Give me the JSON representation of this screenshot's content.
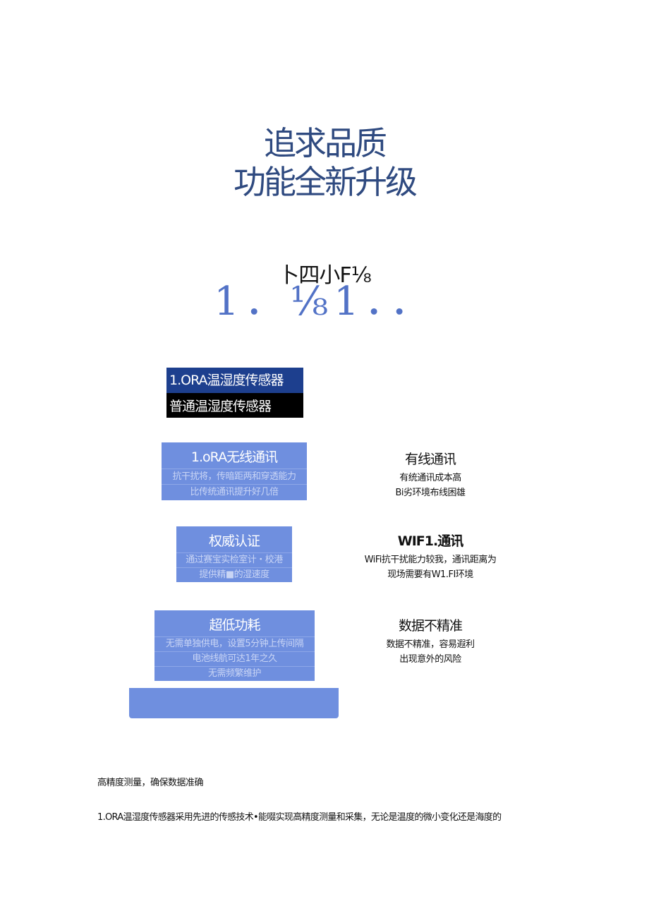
{
  "title": {
    "line1": "追求品质",
    "line2": "功能全新升级"
  },
  "subtitle": {
    "line1": "卜四小F⅛",
    "line2": "1．⅛1．．"
  },
  "legend": {
    "lora": "1.ORA温湿度传感器",
    "normal": "普通温湿度传感器"
  },
  "panels": [
    {
      "heading": "1.oRA无线通讯",
      "lines": [
        "抗干扰将，传暗距两和穿透能力",
        "比传统通讯提升好几倍"
      ]
    },
    {
      "heading": "权威认证",
      "lines": [
        "通过赛宝实检室计・校港",
        "提供精■的湿速度"
      ]
    },
    {
      "heading": "超低功耗",
      "lines": [
        "无需单独供电，设置5分钟上传间隔",
        "电池线航可达1年之久",
        "无需频繁维护"
      ]
    }
  ],
  "right": [
    {
      "heading": "有线通讯",
      "lines": [
        "有统通讯成本高",
        "Bi劣环境布线困雄"
      ]
    },
    {
      "heading": "WIF1.通讯",
      "lines": [
        "WiFi抗干扰能力较我，通讯距离为",
        "现场需要有W1.FI环境"
      ]
    },
    {
      "heading": "数据不精准",
      "lines": [
        "数据不精准，容易遐利",
        "出现意外的风险"
      ]
    }
  ],
  "footer": {
    "heading": "高精度测量，确保数据准确",
    "body": "1.ORA温湿度传感器采用先进的传感技术•能啜实现高精度测量和采集，无论是温度的微小变化还是海度的"
  },
  "colors": {
    "title": "#2f4a80",
    "accent": "#5272c6",
    "panel": "#6f8fdf",
    "legend_top": "#1d3f8e"
  }
}
